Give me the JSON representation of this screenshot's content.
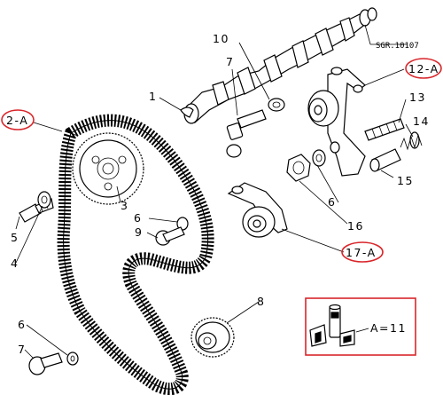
{
  "diagram": {
    "drawing_code": "SGR.10107",
    "formula": "A=11",
    "callouts": [
      {
        "id": "c1",
        "text": "1"
      },
      {
        "id": "c2a",
        "text": "2-A"
      },
      {
        "id": "c3",
        "text": "3"
      },
      {
        "id": "c4",
        "text": "4"
      },
      {
        "id": "c5",
        "text": "5"
      },
      {
        "id": "c6a",
        "text": "6"
      },
      {
        "id": "c6b",
        "text": "6"
      },
      {
        "id": "c6c",
        "text": "6"
      },
      {
        "id": "c7a",
        "text": "7"
      },
      {
        "id": "c7b",
        "text": "7"
      },
      {
        "id": "c8",
        "text": "8"
      },
      {
        "id": "c9",
        "text": "9"
      },
      {
        "id": "c10",
        "text": "10"
      },
      {
        "id": "c12a",
        "text": "12-A"
      },
      {
        "id": "c13",
        "text": "13"
      },
      {
        "id": "c14",
        "text": "14"
      },
      {
        "id": "c15",
        "text": "15"
      },
      {
        "id": "c16",
        "text": "16"
      },
      {
        "id": "c17a",
        "text": "17-A"
      }
    ],
    "highlight_color": "#d9262b"
  }
}
